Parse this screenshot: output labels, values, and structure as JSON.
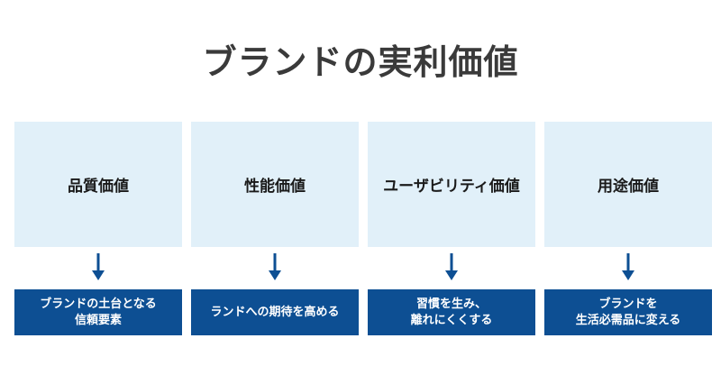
{
  "title": "ブランドの実利価値",
  "colors": {
    "card_bg": "#e1f0f9",
    "box_bg": "#0d4f93",
    "arrow": "#0d4f93",
    "title_text": "#3a3a3a"
  },
  "columns": [
    {
      "label": "品質価値",
      "description": "ブランドの土台となる\n信頼要素"
    },
    {
      "label": "性能価値",
      "description": "ランドへの期待を高める"
    },
    {
      "label": "ユーザビリティ価値",
      "description": "習慣を生み、\n離れにくくする"
    },
    {
      "label": "用途価値",
      "description": "ブランドを\n生活必需品に変える"
    }
  ]
}
